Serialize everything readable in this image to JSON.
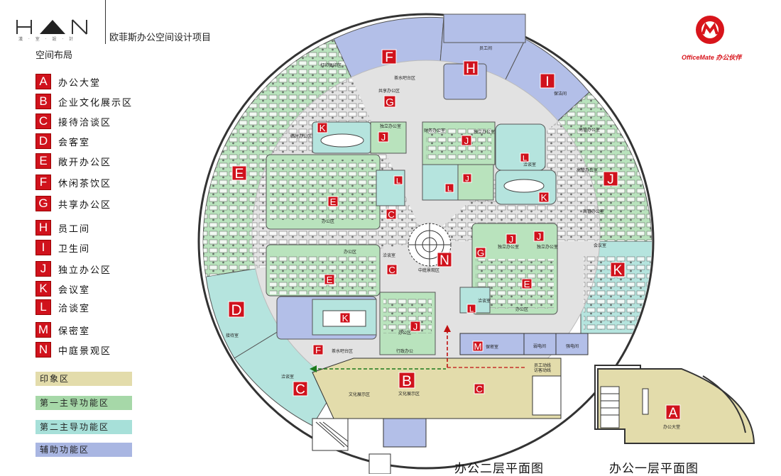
{
  "header": {
    "logo": "HAN",
    "logo_sub": "漢 · 室 · 設 · 計",
    "project_title": "欧菲斯办公空间设计项目",
    "section_title": "空间布局",
    "brand_name": "OfficeMate",
    "brand_cn": "办公伙伴"
  },
  "legend": [
    {
      "letter": "A",
      "label": "办公大堂"
    },
    {
      "letter": "B",
      "label": "企业文化展示区"
    },
    {
      "letter": "C",
      "label": "接待洽谈区"
    },
    {
      "letter": "D",
      "label": "会客室"
    },
    {
      "letter": "E",
      "label": "敞开办公区"
    },
    {
      "letter": "F",
      "label": "休闲茶饮区"
    },
    {
      "letter": "G",
      "label": "共享办公区"
    },
    {
      "letter": "H",
      "label": "员工间"
    },
    {
      "letter": "I",
      "label": "卫生间"
    },
    {
      "letter": "J",
      "label": "独立办公区"
    },
    {
      "letter": "K",
      "label": "会议室"
    },
    {
      "letter": "L",
      "label": "洽谈室"
    },
    {
      "letter": "M",
      "label": "保密室"
    },
    {
      "letter": "N",
      "label": "中庭景观区"
    }
  ],
  "zones": [
    {
      "label": "印象区",
      "color": "#e3dcab"
    },
    {
      "label": "第一主导功能区",
      "color": "#a6d8a8"
    },
    {
      "label": "第二主导功能区",
      "color": "#a7e0d9"
    },
    {
      "label": "辅助功能区",
      "color": "#a9b6e2"
    }
  ],
  "colors": {
    "impression": "#e3dcab",
    "primary": "#b9e3bd",
    "secondary": "#b5e4de",
    "auxiliary": "#b3bfe8",
    "corridor": "#e2e2e2",
    "badge": "#d0121c"
  },
  "plan_labels": {
    "print": "打印复印区",
    "tea": "茶水吧台区",
    "share": "共享办公区",
    "staff": "员工间",
    "wc": "保洁间",
    "temp": "临时办公区",
    "indep": "独立办公室",
    "finance": "财务办公室",
    "nego": "洽谈室",
    "open": "办公区",
    "atrium": "中庭景观区",
    "reception": "接待室",
    "admin": "行政办公",
    "tea2": "茶水吧台区",
    "secret": "保密室",
    "weak": "弱电间",
    "strong": "强电间",
    "culture": "文化展示区",
    "culture2": "文化展示区",
    "meeting": "会议室",
    "exec": "高管办公室",
    "staff_flow": "员工动线",
    "visitor_flow": "访客动线",
    "lobby": "办公大堂"
  },
  "captions": {
    "second_floor": "办公二层平面图",
    "first_floor": "办公一层平面图"
  }
}
